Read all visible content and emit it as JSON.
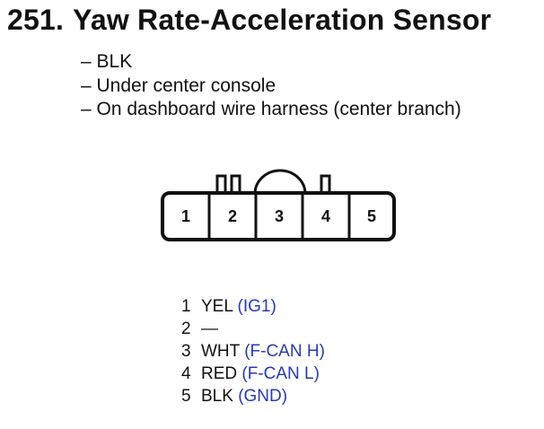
{
  "title": {
    "number": "251.",
    "text": "Yaw Rate-Acceleration Sensor"
  },
  "notes": [
    "– BLK",
    "– Under center console",
    "– On dashboard wire harness (center branch)"
  ],
  "connector": {
    "pins": [
      "1",
      "2",
      "3",
      "4",
      "5"
    ]
  },
  "pinout": [
    {
      "pin": "1",
      "wire": "YEL",
      "function": "(IG1)"
    },
    {
      "pin": "2",
      "wire": "—",
      "function": ""
    },
    {
      "pin": "3",
      "wire": "WHT",
      "function": "(F-CAN H)"
    },
    {
      "pin": "4",
      "wire": "RED",
      "function": "(F-CAN L)"
    },
    {
      "pin": "5",
      "wire": "BLK",
      "function": "(GND)"
    }
  ],
  "colors": {
    "text": "#111111",
    "function_text": "#2a3aa8",
    "outline": "#111111"
  }
}
